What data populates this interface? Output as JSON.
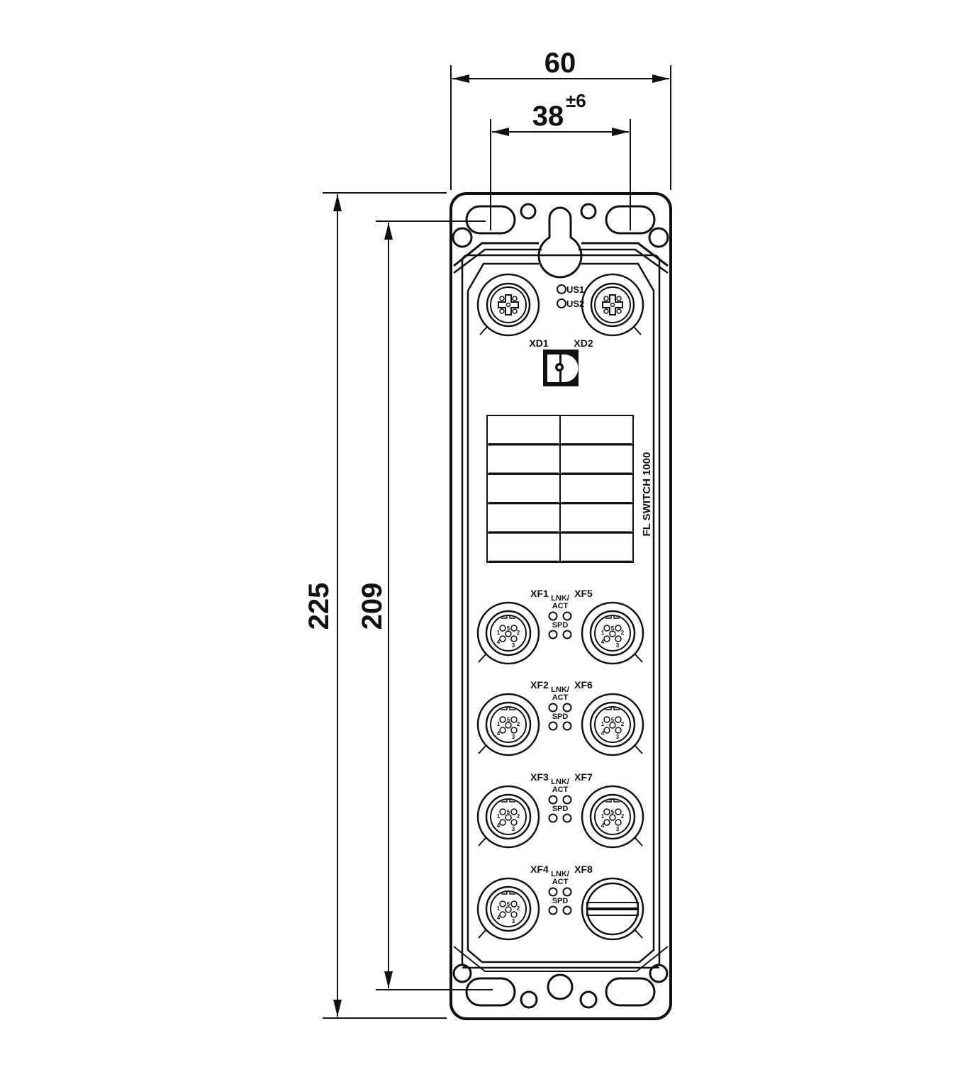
{
  "dimensions": {
    "overall_width": "60",
    "hole_spacing": "38",
    "hole_spacing_tolerance": "±6",
    "overall_height": "225",
    "hole_height": "209"
  },
  "device": {
    "model_label": "FL SWITCH 1000",
    "led_us1": "US1",
    "led_us2": "US2",
    "power_ports": [
      "XD1",
      "XD2"
    ],
    "logo": "Phoenix Contact P logo",
    "data_ports_left": [
      "XF1",
      "XF2",
      "XF3",
      "XF4"
    ],
    "data_ports_right": [
      "XF5",
      "XF6",
      "XF7",
      "XF8"
    ],
    "led_label_lnk": "LNK/",
    "led_label_act": "ACT",
    "led_label_spd": "SPD",
    "pin_labels": [
      "1",
      "2",
      "3",
      "4",
      "5"
    ],
    "label_grid": {
      "columns": 2,
      "rows": 5
    }
  },
  "colors": {
    "line": "#111111",
    "background": "#ffffff"
  }
}
